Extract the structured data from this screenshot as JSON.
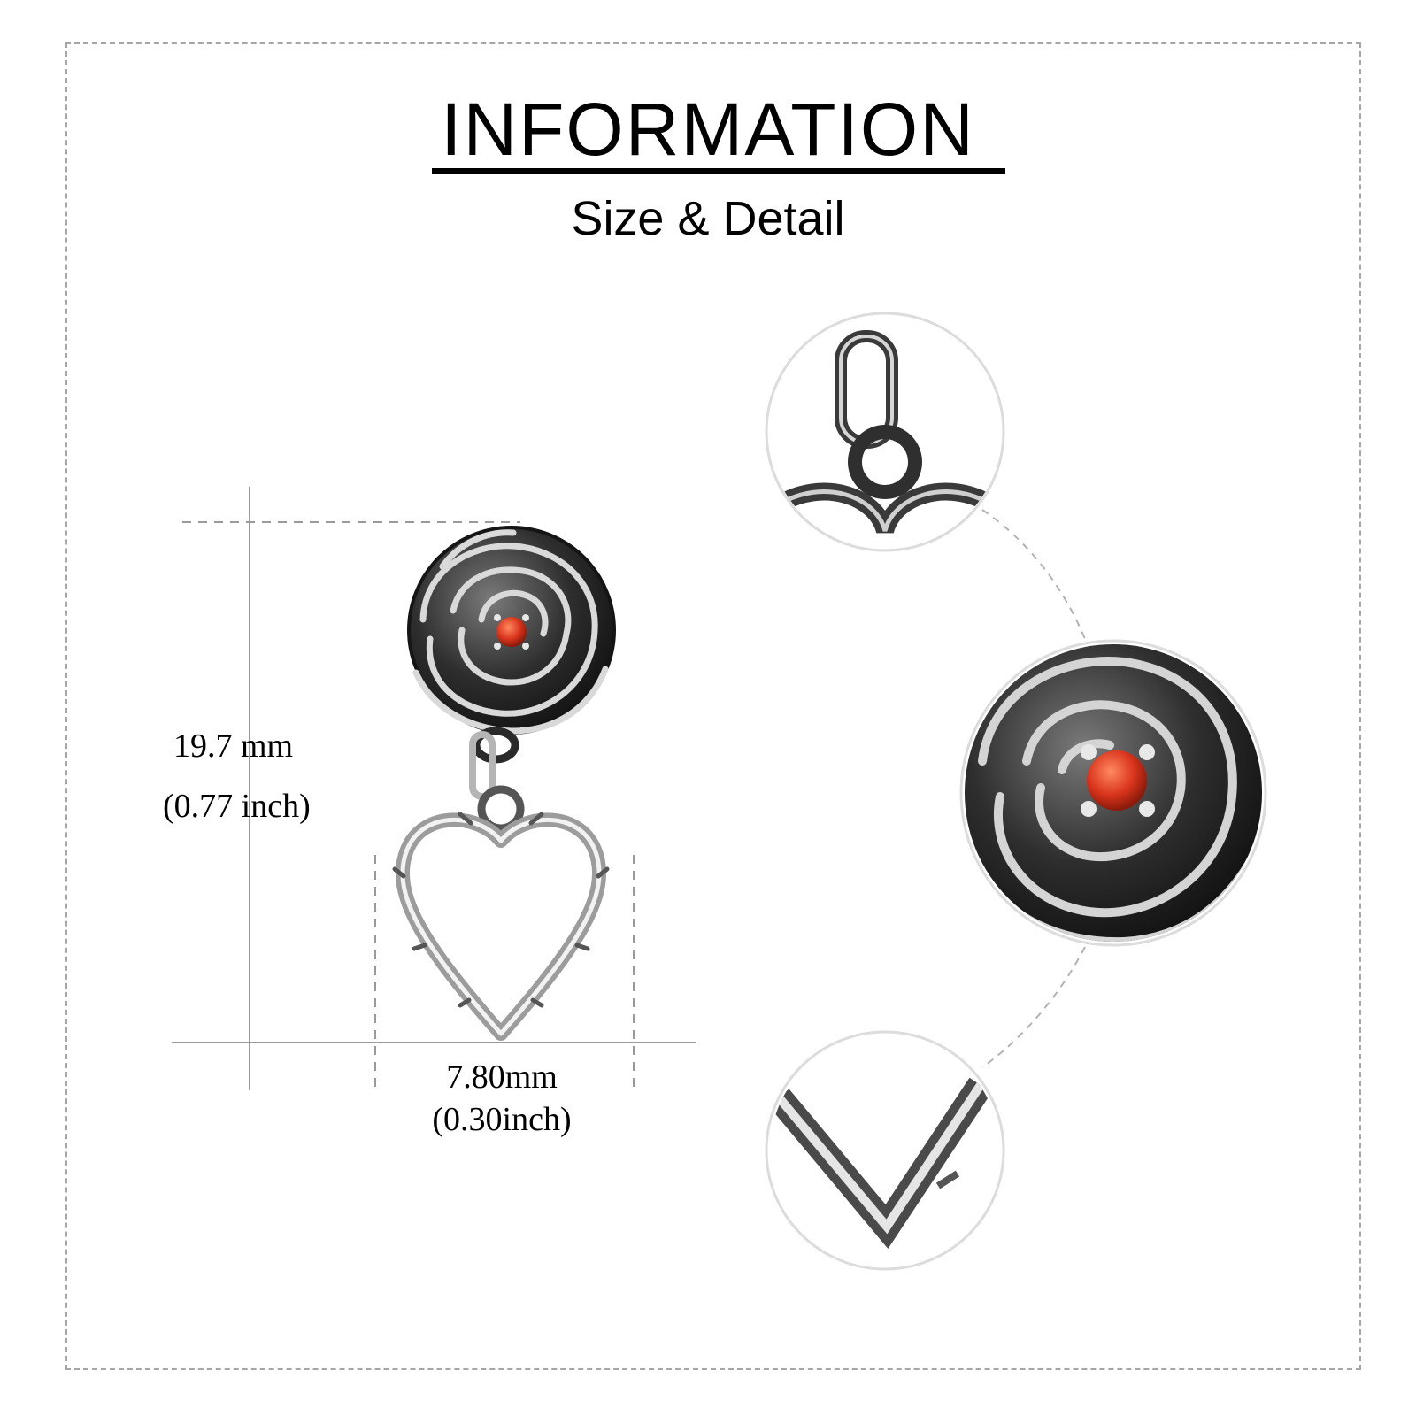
{
  "header": {
    "title": "INFORMATION",
    "subtitle": "Size & Detail"
  },
  "dimensions": {
    "height_mm": "19.7 mm",
    "height_inch": "(0.77 inch)",
    "width_mm": "7.80mm",
    "width_inch": "(0.30inch)"
  },
  "colors": {
    "metal_dark": "#2a2a2a",
    "metal_light": "#d9d9d9",
    "stone": "#d9341c",
    "guide": "#9a9a9a"
  },
  "product": {
    "icon": "rose-heart-earring-icon",
    "detail_icons": [
      "chain-link-detail-icon",
      "rose-stone-detail-icon",
      "heart-tip-detail-icon"
    ]
  }
}
